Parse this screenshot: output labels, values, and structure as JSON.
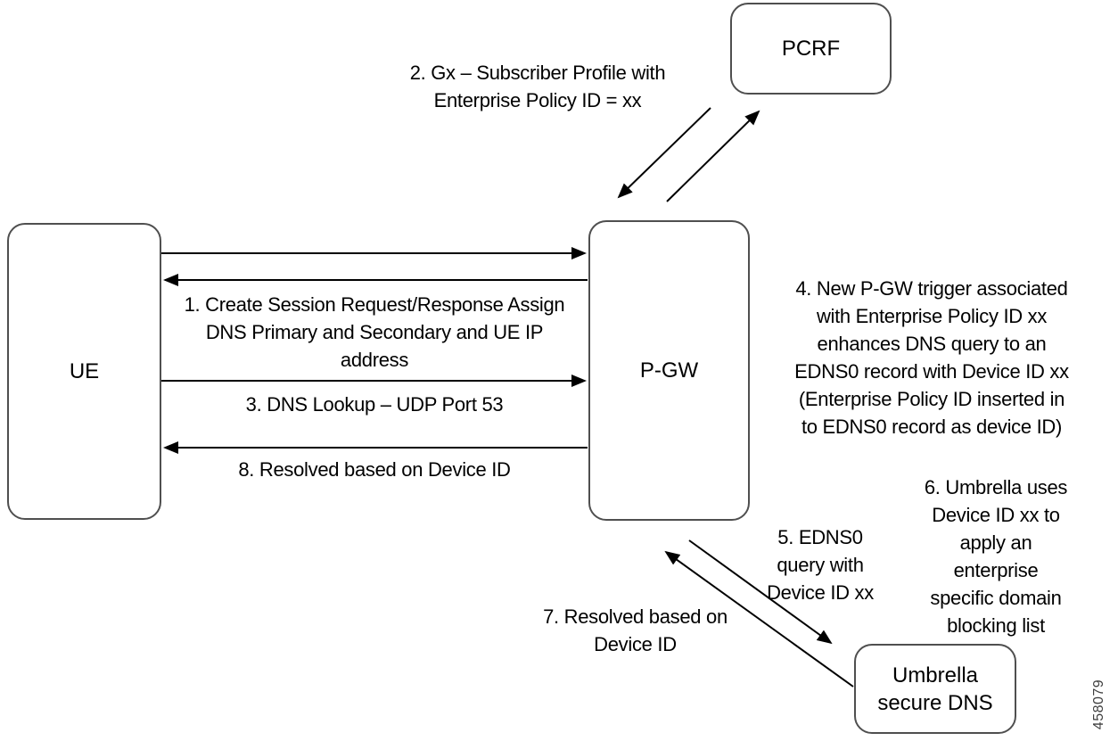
{
  "colors": {
    "text": "#000000",
    "line": "#000000",
    "box_border": "#4f4f4f",
    "box_fill": "#ffffff",
    "background": "#ffffff",
    "watermark_text": "#404040"
  },
  "nodes": {
    "ue": {
      "label": "UE"
    },
    "pgw": {
      "label": "P-GW"
    },
    "pcrf": {
      "label": "PCRF"
    },
    "umbrella": {
      "label": "Umbrella\nsecure DNS"
    }
  },
  "steps": {
    "s1": {
      "text": "1. Create Session Request/Response Assign\nDNS Primary and Secondary and UE IP\naddress"
    },
    "s2": {
      "text": "2. Gx – Subscriber Profile with\nEnterprise Policy ID = xx"
    },
    "s3": {
      "text": "3. DNS Lookup – UDP Port 53"
    },
    "s4": {
      "text": "4. New P-GW trigger associated\nwith Enterprise Policy ID xx\nenhances DNS query to an\nEDNS0 record with Device ID xx\n(Enterprise Policy ID inserted in\nto EDNS0 record as device ID)"
    },
    "s5": {
      "text": "5. EDNS0\nquery with\nDevice ID xx"
    },
    "s6": {
      "text": "6. Umbrella uses\nDevice ID xx to\napply an\nenterprise\nspecific domain\nblocking list"
    },
    "s7": {
      "text": "7. Resolved based on\nDevice ID"
    },
    "s8": {
      "text": "8. Resolved based on Device ID"
    }
  },
  "watermark": "458079"
}
